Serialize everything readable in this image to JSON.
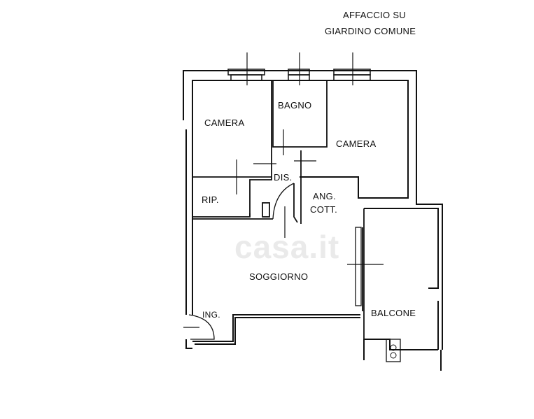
{
  "heading": {
    "line1": "AFFACCIO SU",
    "line2": "GIARDINO COMUNE"
  },
  "rooms": {
    "camera_left": "CAMERA",
    "bagno": "BAGNO",
    "camera_right": "CAMERA",
    "dis": "DIS.",
    "rip": "RIP.",
    "ang": "ANG.",
    "cott": "COTT.",
    "soggiorno": "SOGGIORNO",
    "ing": "ING.",
    "balcone": "BALCONE"
  },
  "watermark": "casa.it",
  "colors": {
    "line": "#111111",
    "background": "#ffffff"
  }
}
